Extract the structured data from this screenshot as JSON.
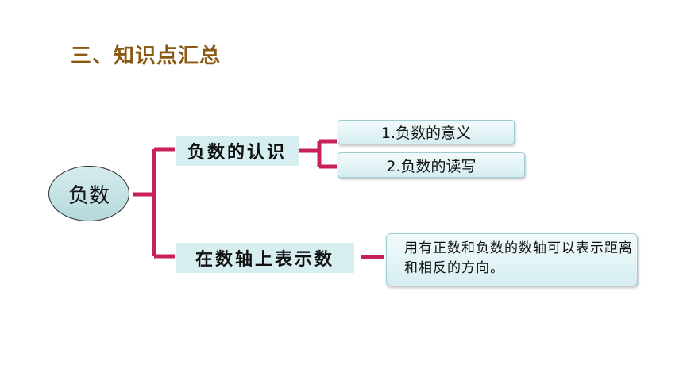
{
  "title": "三、知识点汇总",
  "root": {
    "label": "负数"
  },
  "branches": [
    {
      "label": "负数的认识",
      "children": [
        "1.负数的意义",
        "2.负数的读写"
      ]
    },
    {
      "label": "在数轴上表示数",
      "description": "用有正数和负数的数轴可以表示距离和相反的方向。"
    }
  ],
  "colors": {
    "title": "#8a5a14",
    "connector": "#c8205a",
    "node_fill": "#d7eef0",
    "root_fill": "#c4e3e6"
  }
}
